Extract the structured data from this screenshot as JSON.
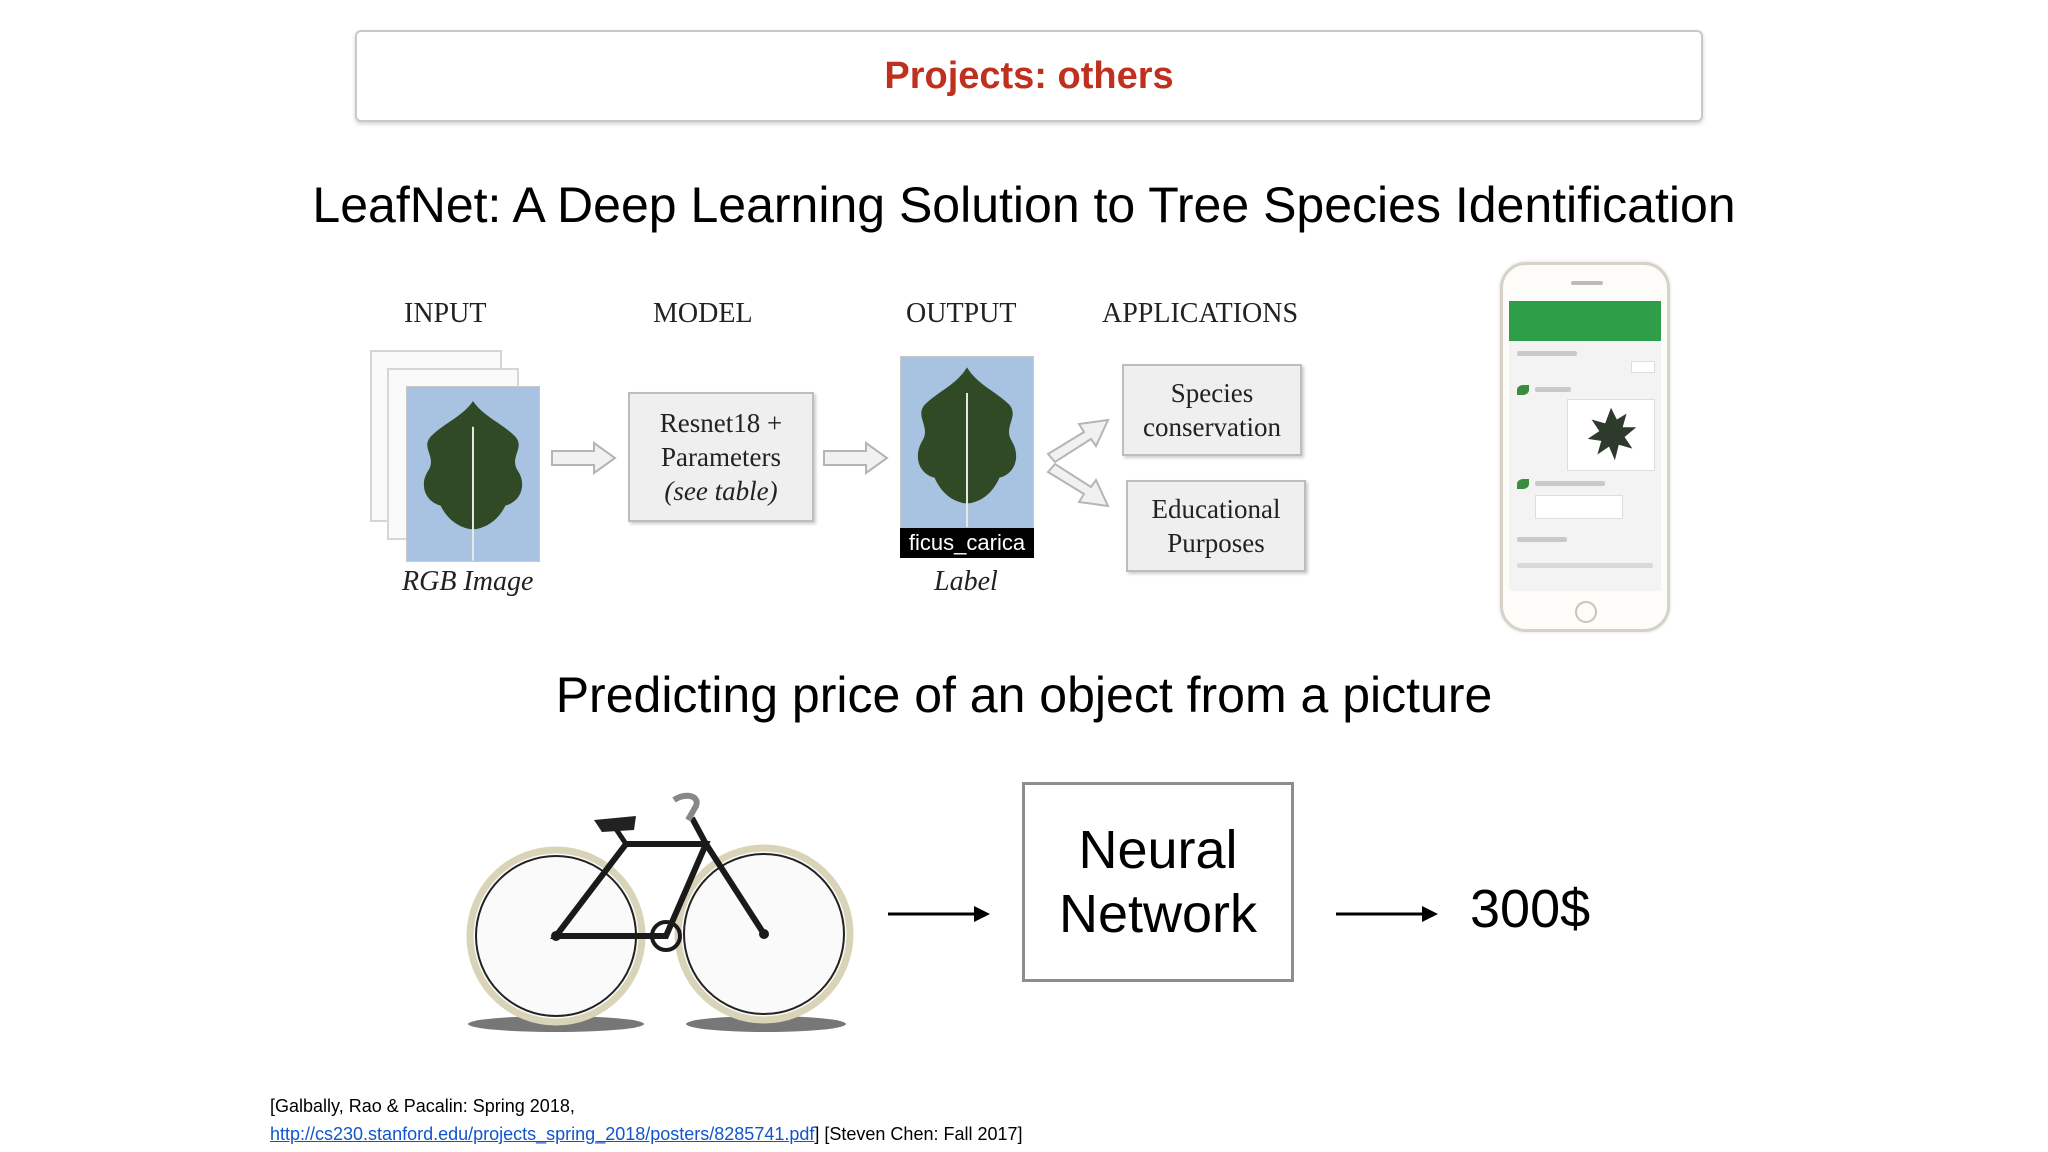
{
  "slide": {
    "title": "Projects: others",
    "heading1": "LeafNet: A Deep Learning Solution to Tree Species Identification",
    "heading2": "Predicting price of an object from a picture"
  },
  "leafnet": {
    "input_label": "INPUT",
    "model_label": "MODEL",
    "output_label": "OUTPUT",
    "applications_label": "APPLICATIONS",
    "rgb_caption": "RGB Image",
    "model_box": [
      "Resnet18 +",
      "Parameters",
      "(see table)"
    ],
    "output_tag": "ficus_carica",
    "label_caption": "Label",
    "app1": [
      "Species",
      "conservation"
    ],
    "app2": [
      "Educational",
      "Purposes"
    ]
  },
  "price": {
    "nn_box": [
      "Neural",
      "Network"
    ],
    "value": "300$"
  },
  "footnote": {
    "line1": "[Galbally, Rao & Pacalin: Spring 2018,",
    "link": "http://cs230.stanford.edu/projects_spring_2018/posters/8285741.pdf",
    "rest": "] [Steven Chen: Fall 2017]"
  },
  "colors": {
    "title": "#c0301e",
    "link": "#1155cc",
    "box_fill": "#efefef",
    "app_green": "#2e9e48"
  }
}
